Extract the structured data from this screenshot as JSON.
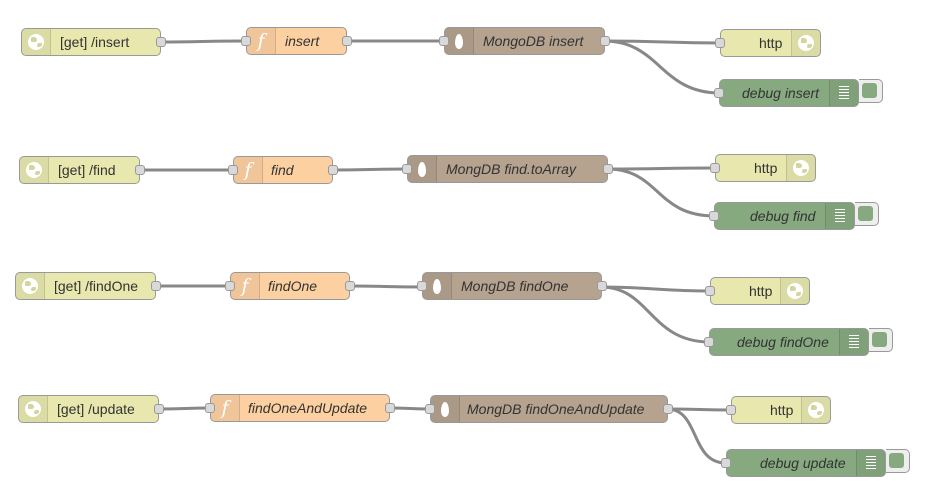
{
  "flows": [
    {
      "http_in": "[get] /insert",
      "function": "insert",
      "mongo": "MongoDB insert",
      "http_out": "http",
      "debug": "debug insert"
    },
    {
      "http_in": "[get] /find",
      "function": "find",
      "mongo": "MongDB find.toArray",
      "http_out": "http",
      "debug": "debug find"
    },
    {
      "http_in": "[get] /findOne",
      "function": "findOne",
      "mongo": "MongDB findOne",
      "http_out": "http",
      "debug": "debug findOne"
    },
    {
      "http_in": "[get] /update",
      "function": "findOneAndUpdate",
      "mongo": "MongDB findOneAndUpdate",
      "http_out": "http",
      "debug": "debug update"
    }
  ],
  "icons": {
    "http_in": "globe-icon",
    "function": "function-icon",
    "mongo": "mongodb-leaf-icon",
    "http_out": "globe-icon",
    "debug": "debug-list-icon"
  },
  "colors": {
    "http_node": "#e7e7ae",
    "function_node": "#fdd0a2",
    "mongo_node": "#b5a28f",
    "debug_node": "#87a980",
    "wire": "#888888",
    "port": "#d9d9d9"
  }
}
